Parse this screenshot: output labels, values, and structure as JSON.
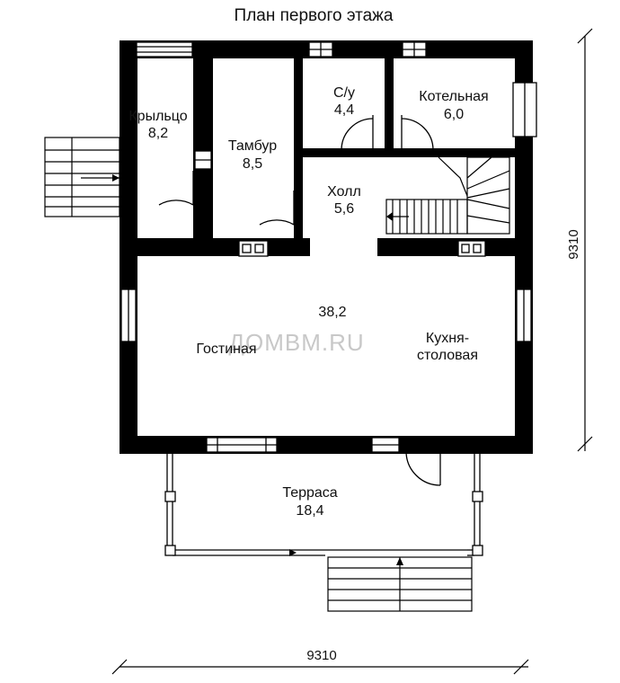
{
  "title": "План первого этажа",
  "watermark": "ДОМВМ.RU",
  "rooms": {
    "porch": {
      "name": "Крыльцо",
      "area": "8,2"
    },
    "vestibule": {
      "name": "Тамбур",
      "area": "8,5"
    },
    "wc": {
      "name": "С/у",
      "area": "4,4"
    },
    "boiler": {
      "name": "Котельная",
      "area": "6,0"
    },
    "hall": {
      "name": "Холл",
      "area": "5,6"
    },
    "living_area": "38,2",
    "living": {
      "name": "Гостиная"
    },
    "kitchen": {
      "line1": "Кухня-",
      "line2": "столовая"
    },
    "terrace": {
      "name": "Терраса",
      "area": "18,4"
    }
  },
  "dimensions": {
    "width": "9310",
    "height": "9310"
  },
  "colors": {
    "wall": "#000000",
    "line": "#111111",
    "watermark": "#c8c8c8"
  }
}
